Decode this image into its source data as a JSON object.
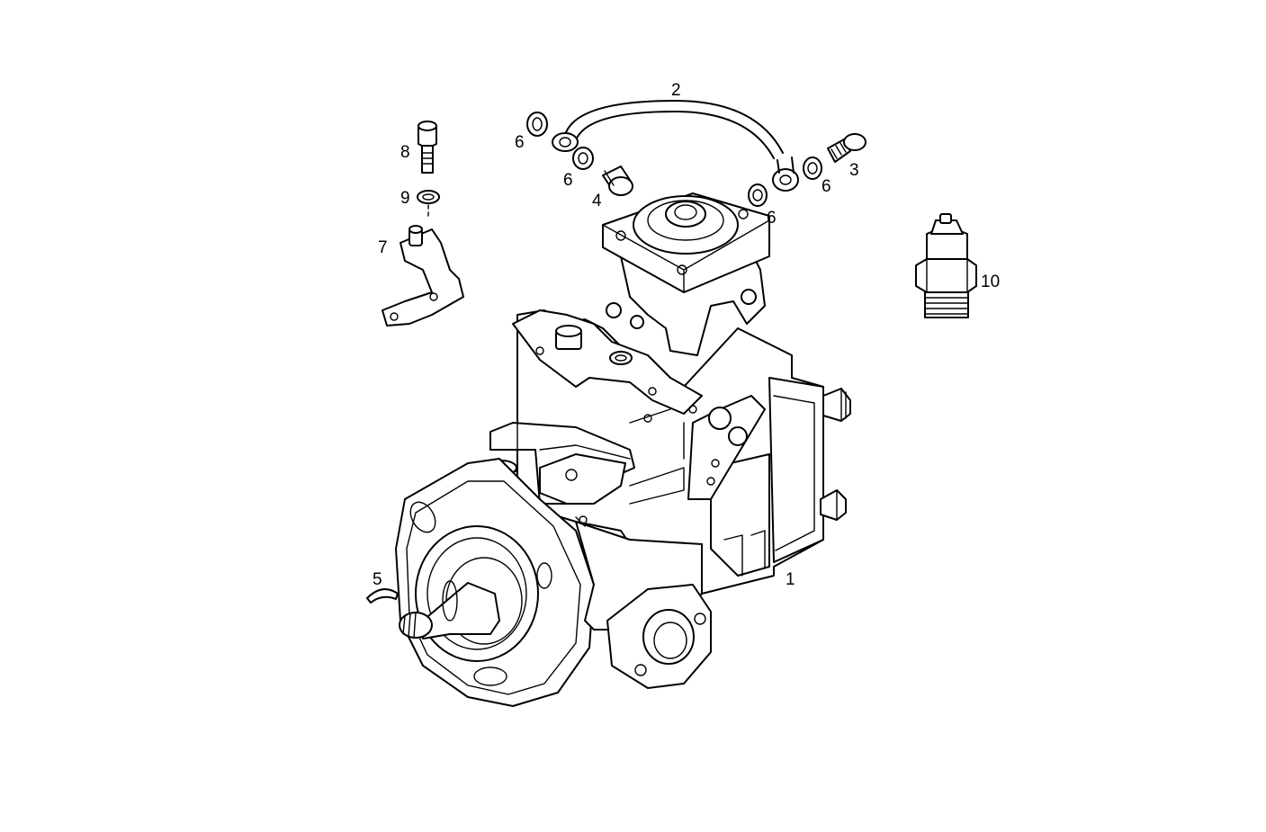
{
  "callouts": {
    "c1": "1",
    "c2": "2",
    "c3": "3",
    "c4": "4",
    "c5": "5",
    "c6a": "6",
    "c6b": "6",
    "c6c": "6",
    "c6d": "6",
    "c7": "7",
    "c8": "8",
    "c9": "9",
    "c10": "10"
  }
}
